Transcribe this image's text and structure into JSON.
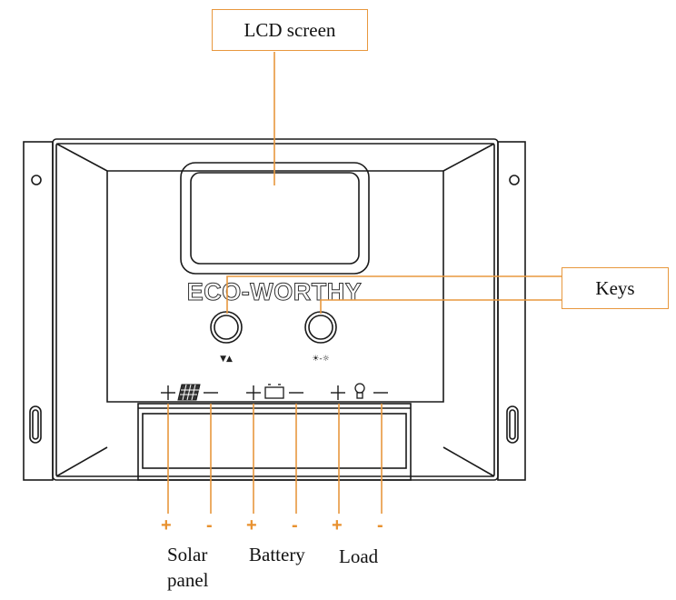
{
  "callouts": {
    "lcd": "LCD screen",
    "keys": "Keys"
  },
  "brand": "ECO-WORTHY",
  "key_symbols": {
    "left": "▼▲",
    "right": "☀-☼"
  },
  "terminals": [
    {
      "label_lines": [
        "Solar",
        "panel"
      ],
      "plus": "+",
      "minus": "-",
      "icon": "solar-panel-icon"
    },
    {
      "label_lines": [
        "Battery"
      ],
      "plus": "+",
      "minus": "-",
      "icon": "battery-icon"
    },
    {
      "label_lines": [
        "Load"
      ],
      "plus": "+",
      "minus": "-",
      "icon": "bulb-icon"
    }
  ],
  "colors": {
    "accent": "#e8983e",
    "outline": "#1a1a1a"
  }
}
